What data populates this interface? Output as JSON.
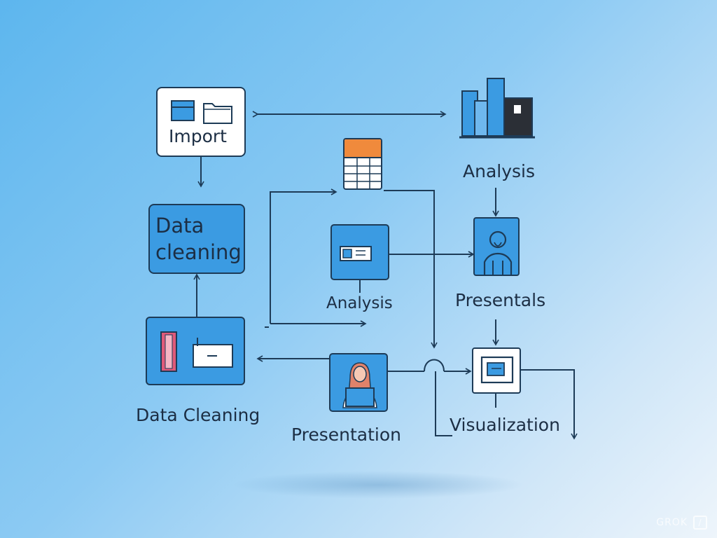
{
  "nodes": {
    "import": "Import",
    "data_cleaning_box": "Data\ncleaning",
    "analysis_top": "Analysis",
    "analysis_center": "Analysis",
    "presentals": "Presentals",
    "data_cleaning": "Data Cleaning",
    "presentation": "Presentation",
    "visualization": "Visualization"
  },
  "watermark": {
    "text": "GROK",
    "icon": "slash-logo-icon"
  },
  "colors": {
    "node_blue": "#3b9be2",
    "stroke": "#1d3b57",
    "accent_orange": "#f08a3c",
    "accent_pink": "#e05a7a"
  }
}
